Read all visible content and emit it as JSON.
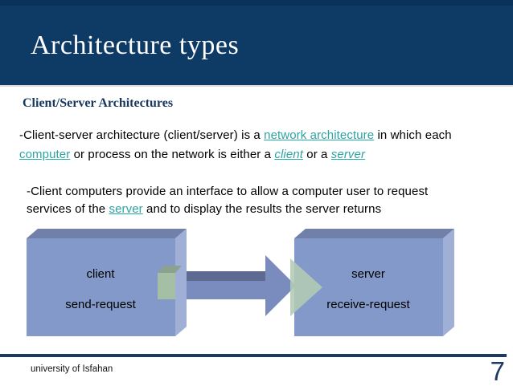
{
  "header": {
    "title": "Architecture types"
  },
  "heading": "Client/Server Architectures",
  "paragraphs": [
    {
      "id": "para1",
      "lines": [
        [
          {
            "t": "-Client-server architecture (client/server) is a "
          },
          {
            "t": "network architecture",
            "link": true
          },
          {
            "t": " in which each"
          }
        ],
        [
          {
            "t": "computer",
            "link": true
          },
          {
            "t": " or process on the network is either a "
          },
          {
            "t": "client",
            "link": true,
            "italic": true
          },
          {
            "t": " or a "
          },
          {
            "t": "server",
            "link": true,
            "italic": true
          }
        ]
      ]
    },
    {
      "id": "para2",
      "lines": [
        [
          {
            "t": "-Client computers provide an interface to allow a computer user to request"
          }
        ],
        [
          {
            "t": "services of the "
          },
          {
            "t": "server",
            "link": true
          },
          {
            "t": " and to display the results the server returns"
          }
        ]
      ]
    }
  ],
  "diagram": {
    "client_box": {
      "name": "client",
      "action": "send-request"
    },
    "server_box": {
      "name": "server",
      "action": "receive-request"
    }
  },
  "footer": {
    "institution": "university of Isfahan",
    "page_number": "7"
  },
  "colors": {
    "header_bg": "#0e3a66",
    "heading_text": "#17375e",
    "link_teal": "#2aa5a5",
    "footer_navy": "#1f3864",
    "box_front": "#8399c9",
    "box_top": "#7080a8",
    "box_side": "#9fafd6",
    "arrow_blue": "#7a8cbd",
    "arrow_top_dark": "#5d6b92",
    "arrow_green_cap": "#a4bfa6",
    "arrow_green_head": "#b3cbb4"
  }
}
